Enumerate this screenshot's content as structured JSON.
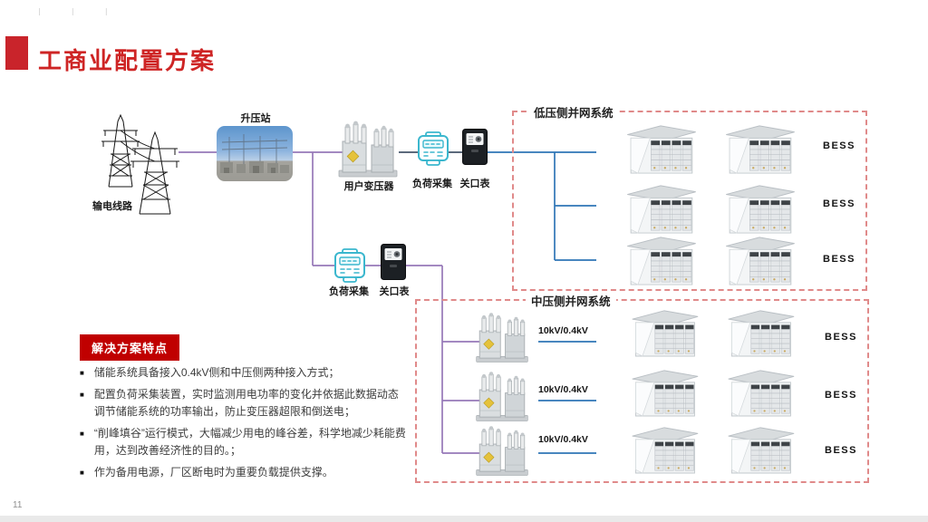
{
  "page": {
    "title": "工商业配置方案",
    "page_number": "11",
    "watermark_marks": "❘ ❘ ❘"
  },
  "diagram": {
    "transmission_label": "输电线路",
    "booster_label": "升压站",
    "transformer_label": "用户变压器",
    "load_meter_label_1": "负荷采集",
    "gateway_meter_label_1": "关口表",
    "load_meter_label_2": "负荷采集",
    "gateway_meter_label_2": "关口表",
    "lv_box_title": "低压侧并网系统",
    "mv_box_title": "中压侧并网系统",
    "lv_bess_labels": [
      "BESS",
      "BESS",
      "BESS"
    ],
    "mv_bess_labels": [
      "BESS",
      "BESS",
      "BESS"
    ],
    "mv_transformer_labels": [
      "10kV/0.4kV",
      "10kV/0.4kV",
      "10kV/0.4kV"
    ],
    "colors": {
      "accent_red": "#C00000",
      "title_red": "#CE2424",
      "dashed_box_red": "#E08A8A",
      "line_purple": "#9678B8",
      "line_blue": "#2E75B6",
      "line_dark": "#44546A",
      "meter_teal": "#3BB7CE"
    }
  },
  "features": {
    "badge_label": "解决方案特点",
    "bullet_marker": "■",
    "bullets": [
      "储能系统具备接入0.4kV侧和中压侧两种接入方式；",
      "配置负荷采集装置，实时监测用电功率的变化并依据此数据动态调节储能系统的功率输出，防止变压器超限和倒送电；",
      "“削峰填谷”运行模式，大幅减少用电的峰谷差，科学地减少耗能费用，达到改善经济性的目的。；",
      "作为备用电源，厂区断电时为重要负载提供支撑。"
    ]
  }
}
